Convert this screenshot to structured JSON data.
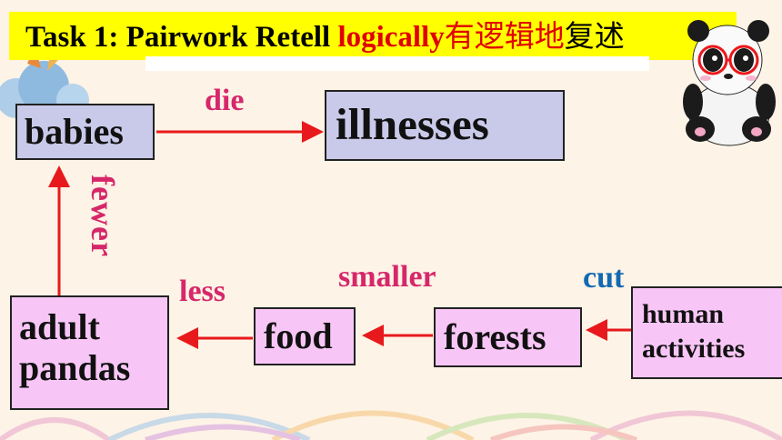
{
  "title": {
    "prefix": "Task 1: Pairwork Retell ",
    "highlight": "logically",
    "chinese": "有逻辑地",
    "suffix": "复述"
  },
  "nodes": {
    "babies": "babies",
    "illnesses": "illnesses",
    "adult_line1": "adult",
    "adult_line2": "pandas",
    "food": "food",
    "forests": "forests",
    "human_line1": "human",
    "human_line2": "activities"
  },
  "edges": {
    "die": "die",
    "fewer": "fewer",
    "less": "less",
    "smaller": "smaller",
    "cut": "cut"
  },
  "colors": {
    "title_bg": "#ffff00",
    "highlight_text": "#e00000",
    "label_pink": "#d6276a",
    "label_blue": "#1369b3",
    "arrow": "#e8191c",
    "box_lavender": "#c9c9e9",
    "box_pink": "#f8c6f6"
  }
}
